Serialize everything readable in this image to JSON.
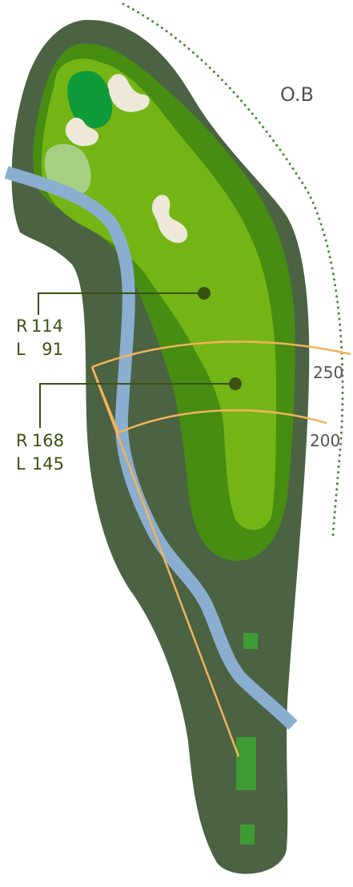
{
  "map": {
    "ob_label": "O.B",
    "arcs": [
      {
        "label": "250"
      },
      {
        "label": "200"
      }
    ],
    "markers": [
      {
        "right_label": "R",
        "right_value": "114",
        "left_label": "L",
        "left_value": "91"
      },
      {
        "right_label": "R",
        "right_value": "168",
        "left_label": "L",
        "left_value": "145"
      }
    ]
  },
  "colors": {
    "rough": "#4b6343",
    "fairway_dark": "#468d12",
    "fairway": "#74b516",
    "green": "#0f9a3a",
    "bunker": "#ede8d8",
    "water": "#8aaed0",
    "tee": "#3f9b33",
    "distance_line": "#f3b35c",
    "ob_line": "#3f8f2f",
    "marker": "#3a5210"
  }
}
